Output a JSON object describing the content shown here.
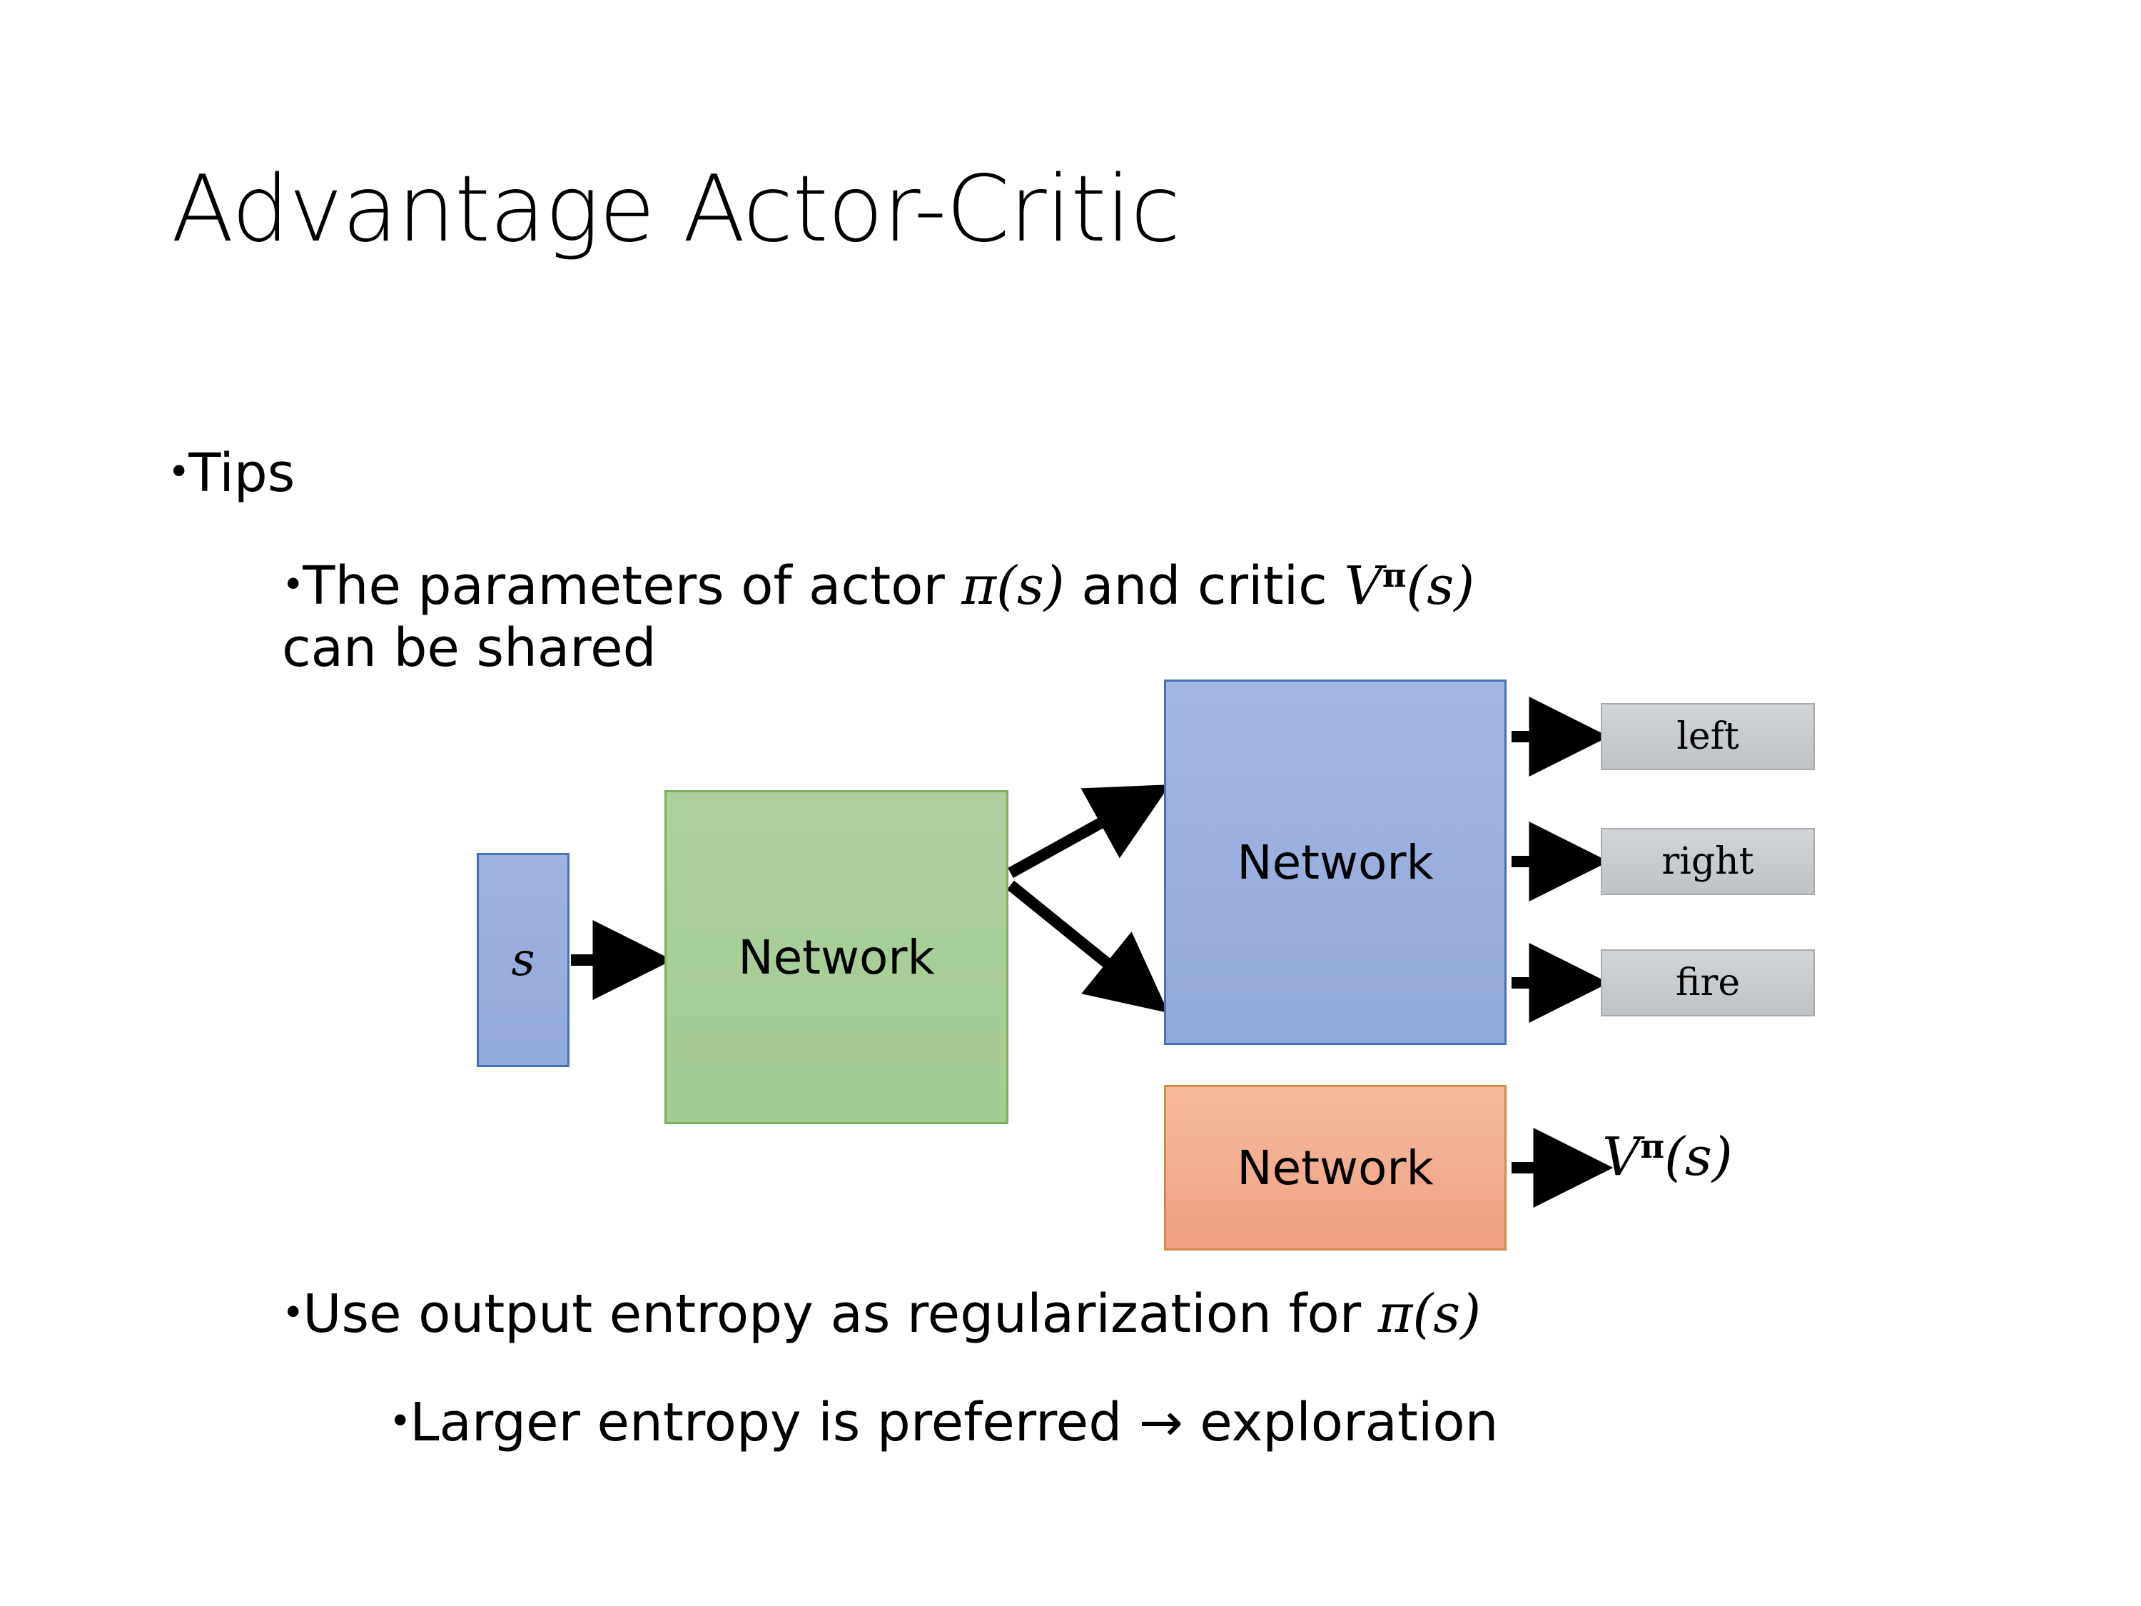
{
  "slide": {
    "title": "Advantage Actor-Critic",
    "background_color": "#FFFFFF"
  },
  "bullets": {
    "tips": {
      "marker": "•",
      "text": "Tips"
    },
    "shared_params": {
      "marker": "•",
      "text_before": "The parameters of actor ",
      "math_1": "π(s)",
      "text_middle": "  and critic ",
      "math_2_base": "V",
      "math_2_sup": "π",
      "math_2_arg": "(s)",
      "text_after": "can be shared"
    },
    "entropy": {
      "marker": "•",
      "text_before": "Use output entropy as regularization for ",
      "math": "π(s)"
    },
    "larger_entropy": {
      "marker": "•",
      "text": "Larger entropy is preferred → exploration"
    }
  },
  "diagram": {
    "input_node": {
      "label": "s",
      "fill": "#9AAEDE",
      "border": "#4472B8"
    },
    "shared_node": {
      "label": "Network",
      "fill": "#A8CE98",
      "border": "#7FAE60"
    },
    "actor_node": {
      "label": "Network",
      "fill": "#98ACDD",
      "border": "#4472B8"
    },
    "critic_node": {
      "label": "Network",
      "fill": "#F2A585",
      "border": "#D58A44"
    },
    "action_outputs": [
      {
        "label": "left",
        "fill": "#C8CBCE"
      },
      {
        "label": "right",
        "fill": "#C8CBCE"
      },
      {
        "label": "fire",
        "fill": "#C8CBCE"
      }
    ],
    "value_output": {
      "base": "V",
      "sup": "π",
      "arg": "(s)"
    },
    "arrow_color": "#000000"
  }
}
